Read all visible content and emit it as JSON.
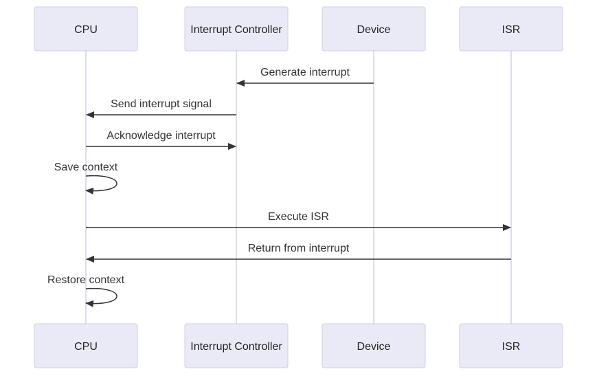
{
  "diagram": {
    "type": "sequence",
    "participants": [
      {
        "id": "cpu",
        "label": "CPU"
      },
      {
        "id": "ic",
        "label": "Interrupt Controller"
      },
      {
        "id": "dev",
        "label": "Device"
      },
      {
        "id": "isr",
        "label": "ISR"
      }
    ],
    "messages": [
      {
        "from": "dev",
        "to": "ic",
        "label": "Generate interrupt"
      },
      {
        "from": "ic",
        "to": "cpu",
        "label": "Send interrupt signal"
      },
      {
        "from": "cpu",
        "to": "ic",
        "label": "Acknowledge interrupt"
      },
      {
        "from": "cpu",
        "to": "cpu",
        "label": "Save context"
      },
      {
        "from": "cpu",
        "to": "isr",
        "label": "Execute ISR"
      },
      {
        "from": "isr",
        "to": "cpu",
        "label": "Return from interrupt"
      },
      {
        "from": "cpu",
        "to": "cpu",
        "label": "Restore context"
      }
    ],
    "colors": {
      "actor_fill": "#eaeaf7",
      "actor_border": "#cdcde8",
      "lifeline": "#d2d0ea",
      "arrow": "#333333"
    }
  }
}
